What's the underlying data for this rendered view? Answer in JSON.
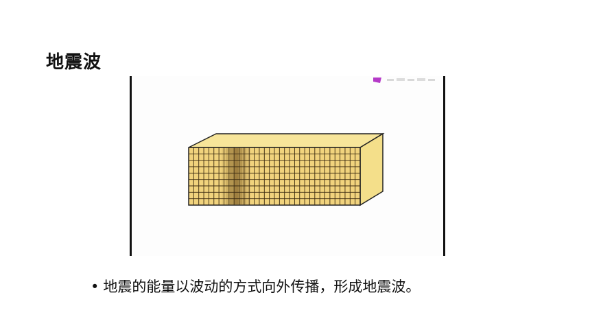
{
  "slide": {
    "title": "地震波",
    "caption": "地震的能量以波动的方式向外传播，形成地震波。",
    "bullet": "•"
  },
  "illustration": {
    "subject": "rock-block",
    "grid_columns": 34,
    "grid_rows": 9,
    "colors": {
      "front_face": "#f1d37d",
      "top_face": "#f7e59a",
      "side_face": "#f4df8a",
      "grid_line": "#3a2a10",
      "wave_band": "#6b4a18",
      "watermark": "#b53ac8"
    }
  }
}
